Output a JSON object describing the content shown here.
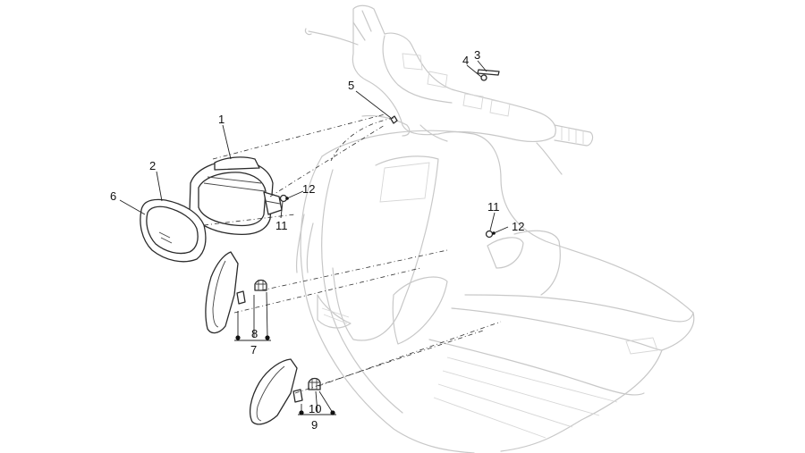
{
  "callouts": [
    {
      "id": "c1",
      "label": "1"
    },
    {
      "id": "c2",
      "label": "2"
    },
    {
      "id": "c3",
      "label": "3"
    },
    {
      "id": "c4",
      "label": "4"
    },
    {
      "id": "c5",
      "label": "5"
    },
    {
      "id": "c6",
      "label": "6"
    },
    {
      "id": "c7",
      "label": "7"
    },
    {
      "id": "c8",
      "label": "8"
    },
    {
      "id": "c9",
      "label": "9"
    },
    {
      "id": "c10",
      "label": "10"
    },
    {
      "id": "c11a",
      "label": "11"
    },
    {
      "id": "c11b",
      "label": "11"
    },
    {
      "id": "c12a",
      "label": "12"
    },
    {
      "id": "c12b",
      "label": "12"
    }
  ]
}
